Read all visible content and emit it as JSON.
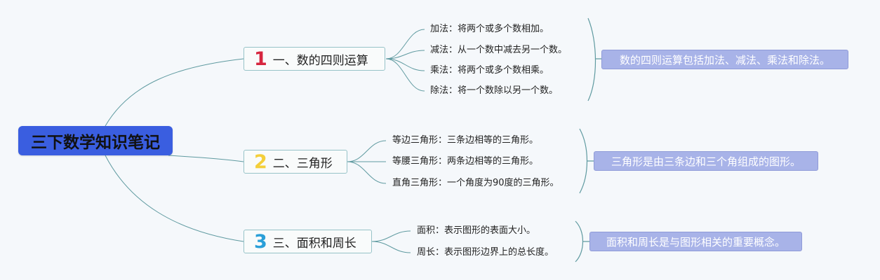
{
  "root": {
    "title": "三下数学知识笔记"
  },
  "branches": [
    {
      "number": "1",
      "label": "一、数的四则运算",
      "number_color": "#d6263f",
      "items": [
        "加法：将两个或多个数相加。",
        "减法：从一个数中减去另一个数。",
        "乘法：将两个或多个数相乘。",
        "除法：将一个数除以另一个数。"
      ],
      "summary": "数的四则运算包括加法、减法、乘法和除法。"
    },
    {
      "number": "2",
      "label": "二、三角形",
      "number_color": "#f4cf3a",
      "items": [
        "等边三角形：三条边相等的三角形。",
        "等腰三角形：两条边相等的三角形。",
        "直角三角形：一个角度为90度的三角形。"
      ],
      "summary": "三角形是由三条边和三个角组成的图形。"
    },
    {
      "number": "3",
      "label": "三、面积和周长",
      "number_color": "#2a9fd8",
      "items": [
        "面积：表示图形的表面大小。",
        "周长：表示图形边界上的总长度。"
      ],
      "summary": "面积和周长是与图形相关的重要概念。"
    }
  ],
  "colors": {
    "root_fill": "#3a5ee0",
    "connector": "#5f9aa0",
    "summary_fill": "#a8b3e8",
    "branch_border": "#97c3c8"
  }
}
